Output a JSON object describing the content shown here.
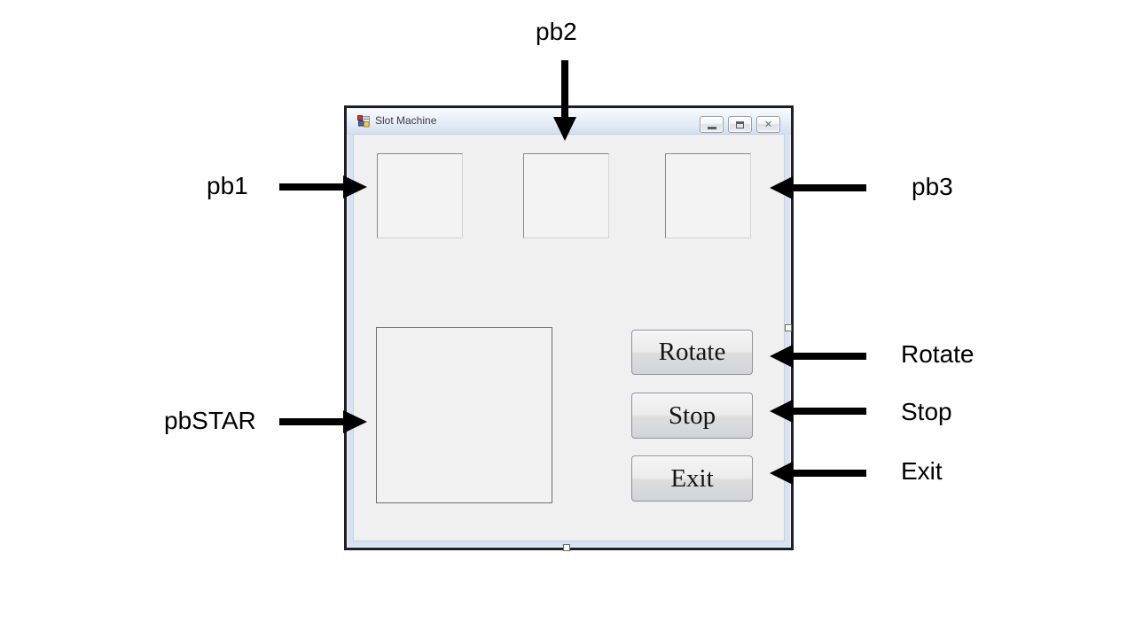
{
  "window": {
    "title": "Slot Machine",
    "buttons": [
      {
        "id": "btnRotate",
        "label": "Rotate"
      },
      {
        "id": "btnStop",
        "label": "Stop"
      },
      {
        "id": "btnExit",
        "label": "Exit"
      }
    ],
    "picture_boxes": [
      "pb1",
      "pb2",
      "pb3",
      "pbSTAR"
    ]
  },
  "icons": {
    "close": "✕"
  },
  "annotations": {
    "pb1": {
      "label": "pb1",
      "direction": "right"
    },
    "pb2": {
      "label": "pb2",
      "direction": "down"
    },
    "pb3": {
      "label": "pb3",
      "direction": "left"
    },
    "pbstar": {
      "label": "pbSTAR",
      "direction": "right"
    },
    "rotate": {
      "label": "Rotate",
      "direction": "left"
    },
    "stop": {
      "label": "Stop",
      "direction": "left"
    },
    "exit": {
      "label": "Exit",
      "direction": "left"
    }
  },
  "colors": {
    "client_bg": "#f0f0f0",
    "frame": "#d6e3f3",
    "titlebar_top": "#f9fbfd",
    "titlebar_bottom": "#d2dfef",
    "window_border": "#1f1f1f",
    "arrow": "#000000"
  }
}
